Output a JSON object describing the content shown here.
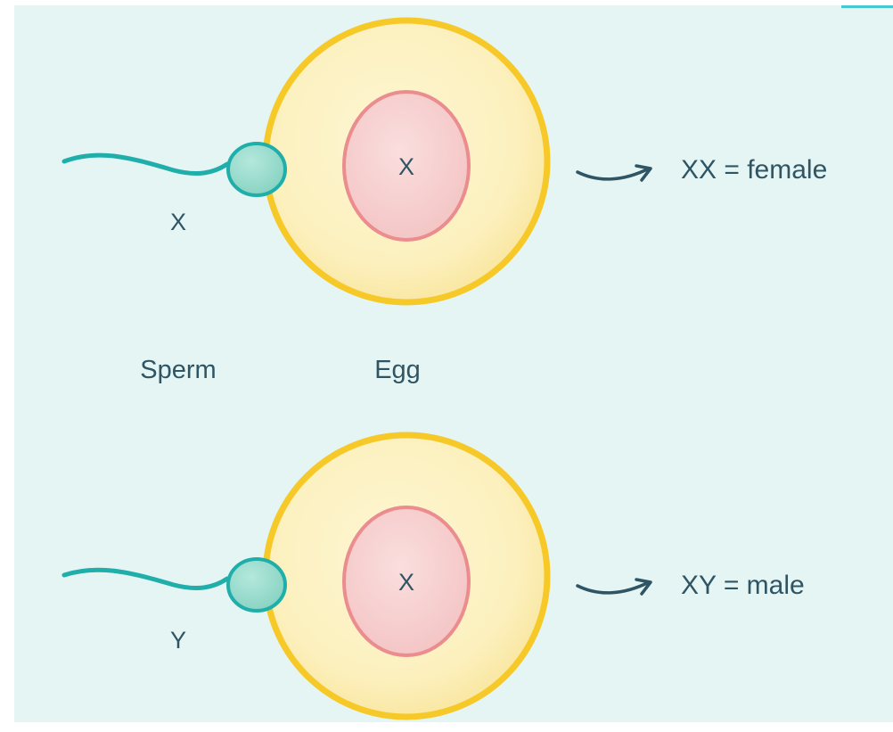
{
  "labels": {
    "sperm_top_chromosome": "X",
    "sperm_bottom_chromosome": "Y",
    "egg_top_chromosome": "X",
    "egg_bottom_chromosome": "X",
    "sperm": "Sperm",
    "egg": "Egg",
    "result_top": "XX = female",
    "result_bottom": "XY = male"
  },
  "colors": {
    "background": "#e4f5f4",
    "egg_fill": "#fcf2c3",
    "egg_outline": "#f6c928",
    "nucleus_fill": "#f7d2d2",
    "nucleus_outline": "#eb8c8f",
    "sperm_head": "#9fdfd0",
    "sperm_tail": "#20aeaa",
    "text": "#2f5565"
  }
}
